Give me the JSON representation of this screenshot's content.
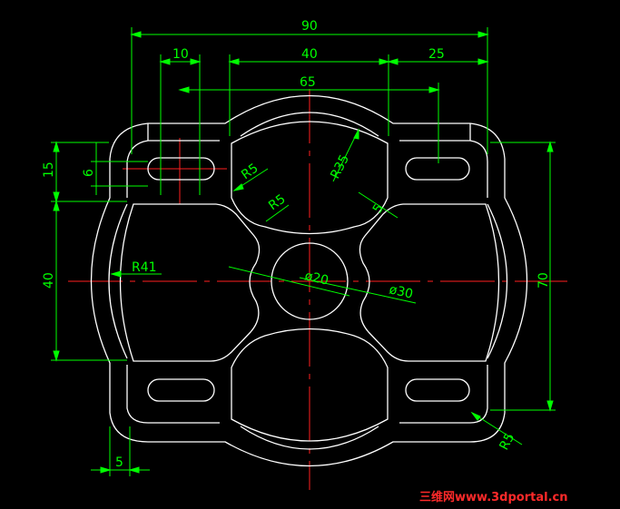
{
  "drawing": {
    "colors": {
      "background": "#000000",
      "outline": "#ffffff",
      "dimension": "#00ff00",
      "centerline": "#ff2020",
      "watermark": "#ff2a2a"
    },
    "dimensions": {
      "d90": "90",
      "d10": "10",
      "d40_top": "40",
      "d25": "25",
      "d65": "65",
      "d15": "15",
      "d6": "6",
      "d40_left": "40",
      "d70": "70",
      "d5": "5",
      "r5_a": "R5",
      "r5_b": "R5",
      "r35": "R35",
      "r41": "R41",
      "d_phi20": "ø20",
      "d_phi30": "ø30",
      "d_c5": "5",
      "r5_c": "R5"
    },
    "watermark": "三维网www.3dportal.cn"
  }
}
